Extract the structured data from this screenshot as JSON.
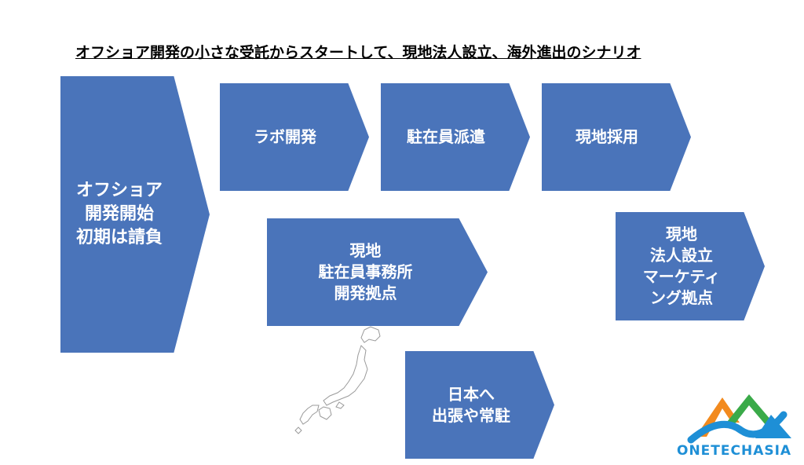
{
  "title": "オフショア開発の小さな受託からスタートして、現地法人設立、海外進出のシナリオ",
  "steps": {
    "offshore_start": [
      "オフショア",
      "開発開始",
      "初期は請負"
    ],
    "lab_dev": [
      "ラボ開発"
    ],
    "dispatch": [
      "駐在員派遣"
    ],
    "local_hire": [
      "現地採用"
    ],
    "local_office": [
      "現地",
      "駐在員事務所",
      "開発拠点"
    ],
    "local_corp": [
      "現地",
      "法人設立",
      "マーケティ",
      "ング拠点"
    ],
    "japan_trip": [
      "日本へ",
      "出張や常駐"
    ]
  },
  "logo": {
    "text": "ONETECHASIA"
  },
  "colors": {
    "chevron_fill": "#4a74ba",
    "chevron_text": "#ffffff",
    "logo_blue": "#1e8fd6",
    "logo_orange": "#f28a1e",
    "logo_green": "#3aaa49"
  }
}
